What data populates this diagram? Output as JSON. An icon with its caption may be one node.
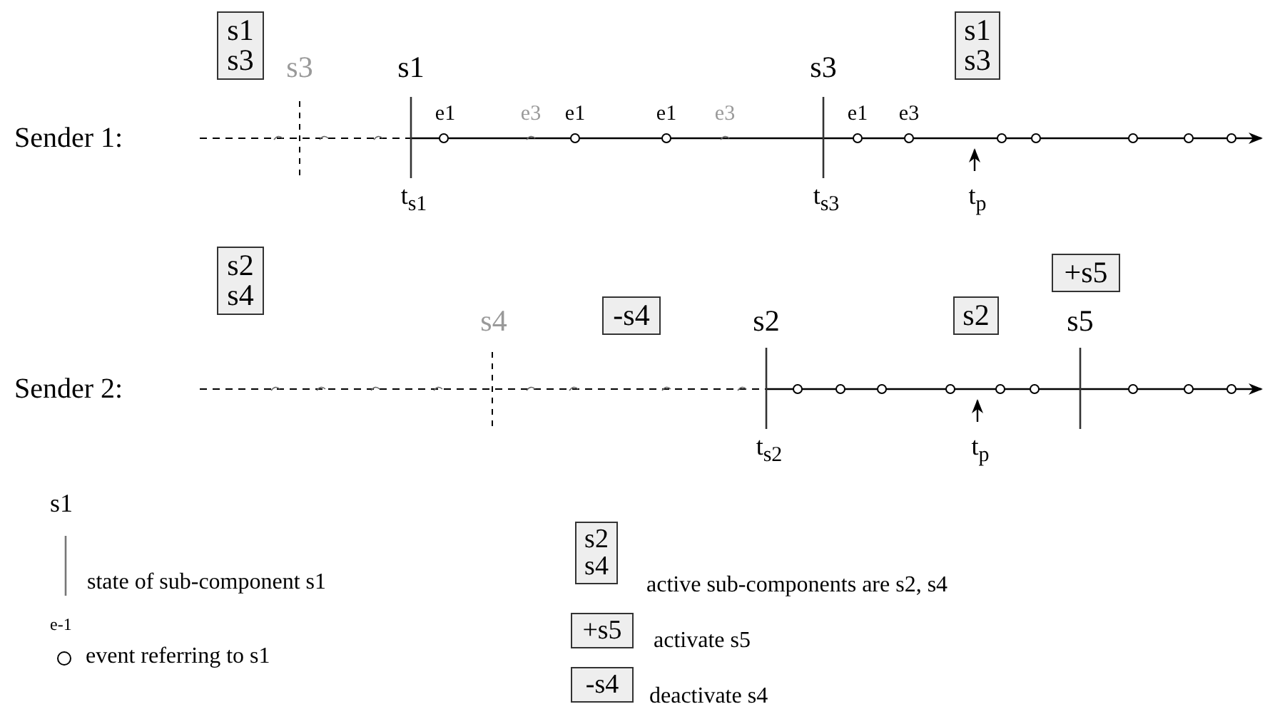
{
  "diagram": {
    "nodes": [
      {
        "text": [
          "s1 s3"
        ]
      },
      {
        "text": [
          "s1 s3"
        ]
      },
      {
        "text": [
          "s2 s4"
        ]
      },
      {
        "text": [
          "-s4"
        ]
      },
      {
        "text": [
          "s2"
        ]
      },
      {
        "text": [
          "+s5"
        ]
      },
      {
        "text": [
          "s2 s4"
        ]
      },
      {
        "text": [
          "+s5"
        ]
      },
      {
        "text": [
          "-s4"
        ]
      }
    ],
    "edges": [],
    "labels": [
      "Sender 1:",
      "s3",
      "s1",
      "e1",
      "e3",
      "e1",
      "e1",
      "e3",
      "s3",
      "e1",
      "e3",
      "t$_{s1}$",
      "t$_{s3}$",
      "t$_{p}$",
      "Sender 2:",
      "s4",
      "s2",
      "s5",
      "t$_{s2}$",
      "t$_{p}$",
      "s1",
      "state of sub-component s1",
      "e-1",
      "event referring to s1",
      "active sub-components are s2, s4",
      "activate s5",
      "deactivate s4"
    ]
  }
}
